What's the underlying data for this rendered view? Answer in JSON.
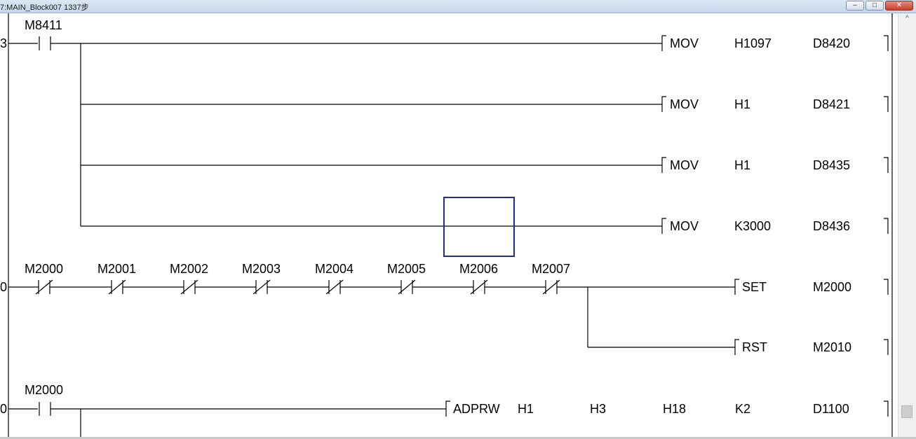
{
  "window": {
    "title": "7:MAIN_Block007 1337步",
    "min_glyph": "–",
    "max_glyph": "□",
    "close_glyph": "✕"
  },
  "scrollbar": {
    "up_glyph": "^"
  },
  "rungs": [
    {
      "step": "3",
      "contacts": [
        {
          "label": "M8411",
          "type": "NO"
        }
      ],
      "instructions": [
        {
          "op": "MOV",
          "args": [
            "H1097",
            "D8420"
          ]
        },
        {
          "op": "MOV",
          "args": [
            "H1",
            "D8421"
          ]
        },
        {
          "op": "MOV",
          "args": [
            "H1",
            "D8435"
          ]
        },
        {
          "op": "MOV",
          "args": [
            "K3000",
            "D8436"
          ]
        }
      ]
    },
    {
      "step": "0",
      "contacts": [
        {
          "label": "M2000",
          "type": "NC"
        },
        {
          "label": "M2001",
          "type": "NC"
        },
        {
          "label": "M2002",
          "type": "NC"
        },
        {
          "label": "M2003",
          "type": "NC"
        },
        {
          "label": "M2004",
          "type": "NC"
        },
        {
          "label": "M2005",
          "type": "NC"
        },
        {
          "label": "M2006",
          "type": "NC"
        },
        {
          "label": "M2007",
          "type": "NC"
        }
      ],
      "instructions": [
        {
          "op": "SET",
          "args": [
            "M2000"
          ]
        },
        {
          "op": "RST",
          "args": [
            "M2010"
          ]
        }
      ]
    },
    {
      "step": "0",
      "contacts": [
        {
          "label": "M2000",
          "type": "NO"
        }
      ],
      "instructions": [
        {
          "op": "ADPRW",
          "args": [
            "H1",
            "H3",
            "H18",
            "K2",
            "D1100"
          ]
        }
      ]
    }
  ],
  "cursor": {
    "color": "#1f2a9c"
  },
  "colors": {
    "line": "#000000"
  }
}
